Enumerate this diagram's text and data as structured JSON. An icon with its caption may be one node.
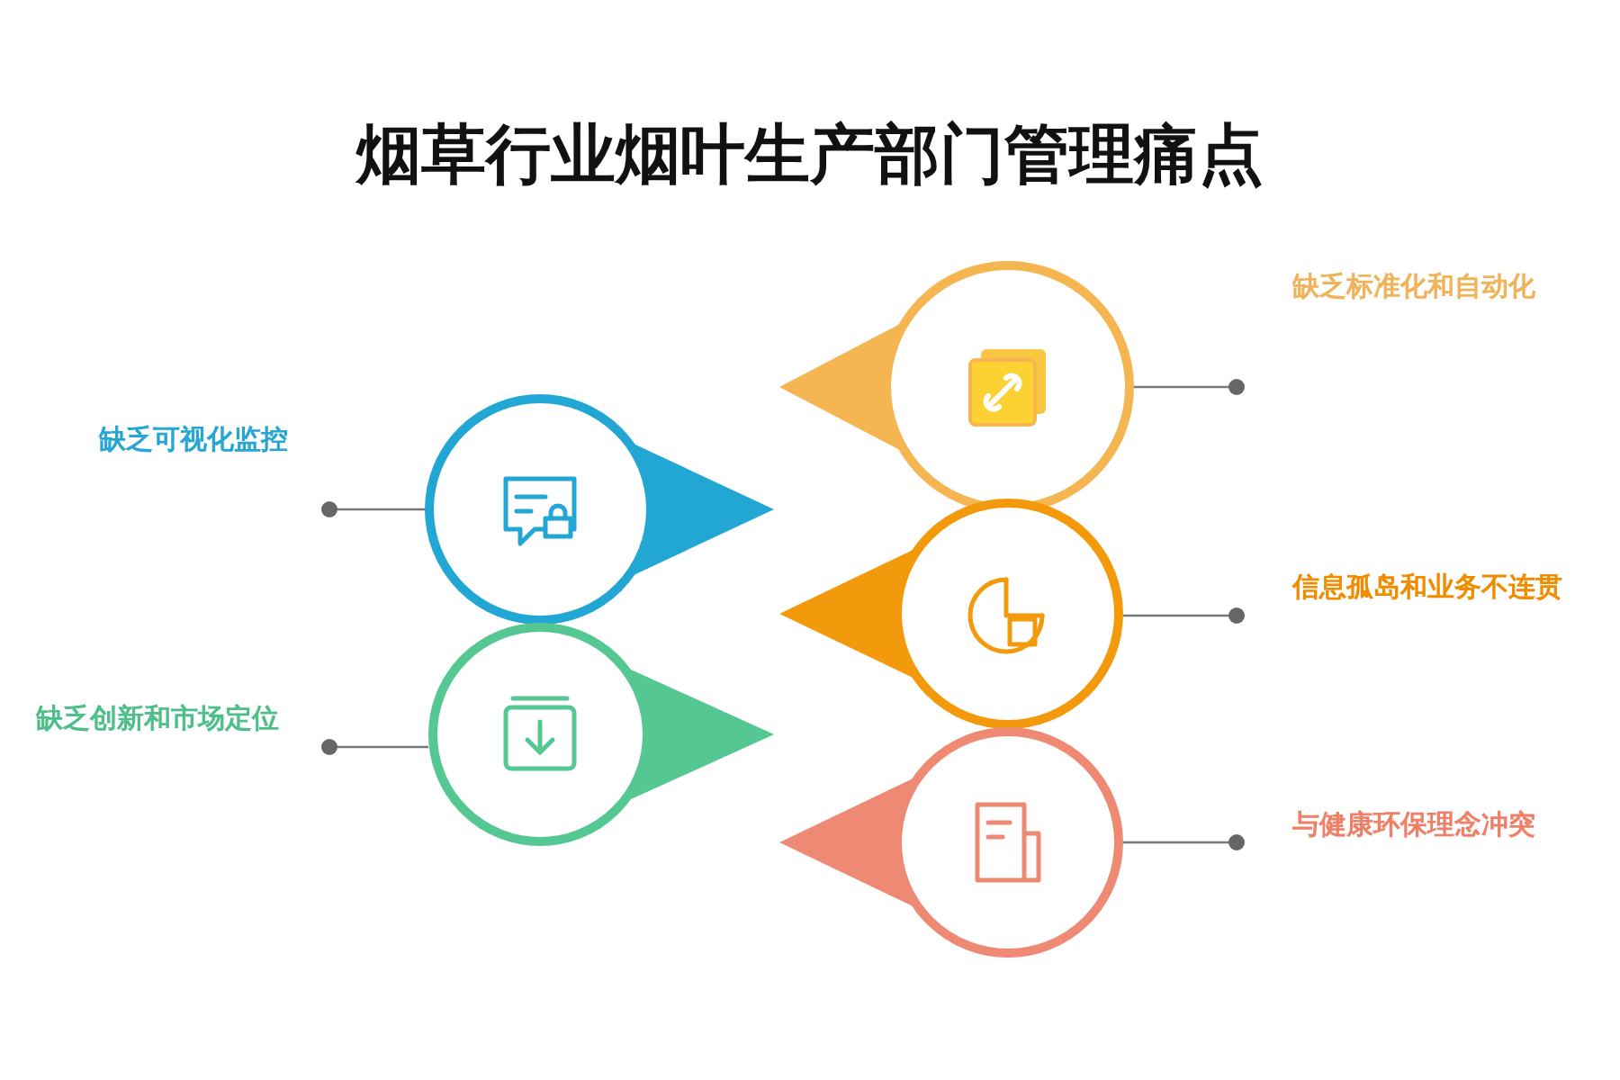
{
  "diagram": {
    "title": "烟草行业烟叶生产部门管理痛点",
    "nodes": [
      {
        "text": [
          "缺乏标准化和自动化"
        ]
      },
      {
        "text": [],
        "shape": "circle"
      },
      {
        "text": [
          "缺乏可视化监控"
        ]
      },
      {
        "text": [],
        "shape": "circle"
      },
      {
        "text": [
          "信息孤岛和业务不连贯"
        ]
      },
      {
        "text": [],
        "shape": "circle"
      },
      {
        "text": [
          "缺乏创新和市场定位"
        ]
      },
      {
        "text": [],
        "shape": "circle"
      },
      {
        "text": [
          "与健康环保理念冲突"
        ]
      },
      {
        "text": [],
        "shape": "circle"
      }
    ],
    "edges": [
      {
        "from": 0,
        "to": 1,
        "arrow": "other"
      },
      {
        "from": 2,
        "to": 3,
        "arrow": "other"
      },
      {
        "from": 4,
        "to": 5,
        "arrow": "other"
      },
      {
        "from": 6,
        "to": 7,
        "arrow": "other"
      },
      {
        "from": 8,
        "to": 9,
        "arrow": "other"
      }
    ]
  }
}
